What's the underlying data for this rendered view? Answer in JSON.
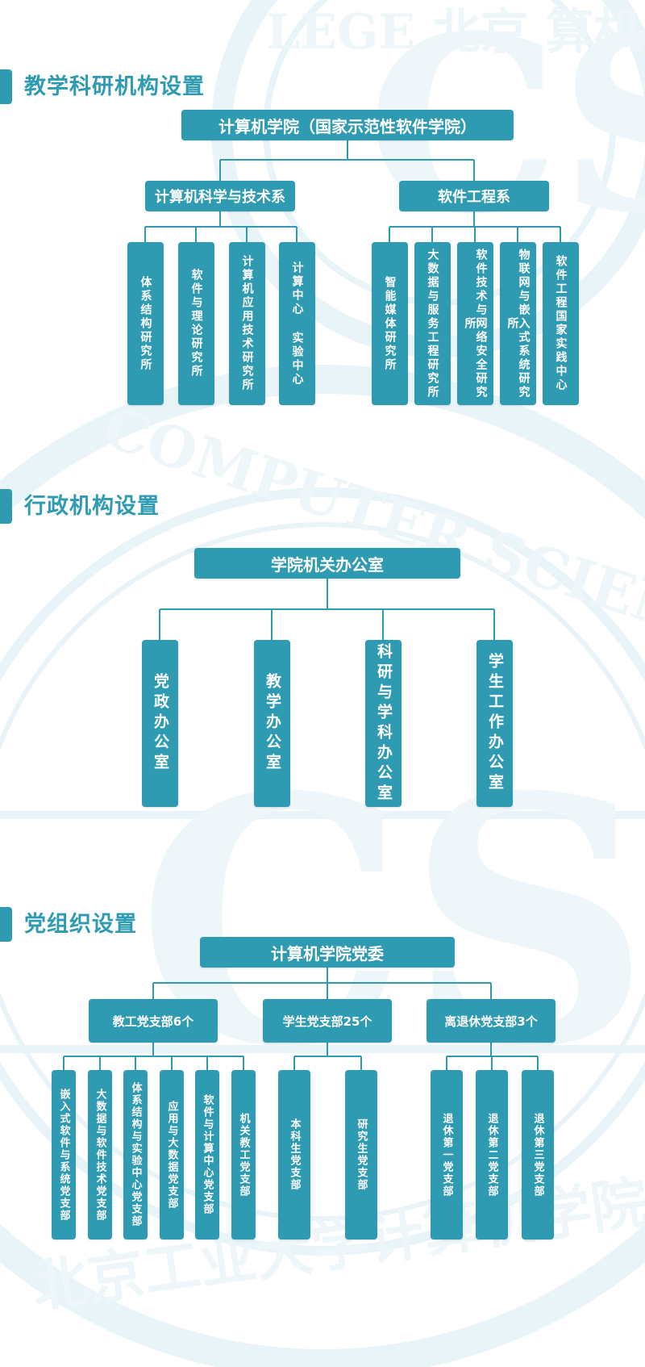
{
  "colors": {
    "accent": "#2f9bb2",
    "watermark": "#e9f4f8"
  },
  "watermark": {
    "emblem_letters": "CS",
    "ring_text_top": "COMPUTER SCIENCE BJUT",
    "ring_text_bottom": "北京工业大学计算机学院",
    "top_emblem_fragments": "LEGE 北京 算机"
  },
  "sections": {
    "teaching": {
      "title": "教学科研机构设置",
      "root": "计算机学院（国家示范性软件学院）",
      "branches": [
        {
          "label": "计算机科学与技术系",
          "units": [
            "体系结构研究所",
            "软件与理论研究所",
            "计算机应用技术研究所",
            "计算中心 实验中心"
          ]
        },
        {
          "label": "软件工程系",
          "units": [
            "智能媒体研究所",
            "大数据与服务工程研究所",
            "软件技术与网络安全研究所",
            "物联网与嵌入式系统研究所",
            "软件工程国家实践中心"
          ]
        }
      ]
    },
    "admin": {
      "title": "行政机构设置",
      "root": "学院机关办公室",
      "units": [
        "党政办公室",
        "教学办公室",
        "科研与学科办公室",
        "学生工作办公室"
      ]
    },
    "party": {
      "title": "党组织设置",
      "root": "计算机学院党委",
      "branches": [
        {
          "label": "教工党支部6个",
          "units": [
            "嵌入式软件与系统党支部",
            "大数据与软件技术党支部",
            "体系结构与实验中心党支部",
            "应用与大数据党支部",
            "软件与计算中心党支部",
            "机关教工党支部"
          ]
        },
        {
          "label": "学生党支部25个",
          "units": [
            "本科生党支部",
            "研究生党支部"
          ]
        },
        {
          "label": "离退休党支部3个",
          "units": [
            "退休第一党支部",
            "退休第二党支部",
            "退休第三党支部"
          ]
        }
      ]
    }
  }
}
